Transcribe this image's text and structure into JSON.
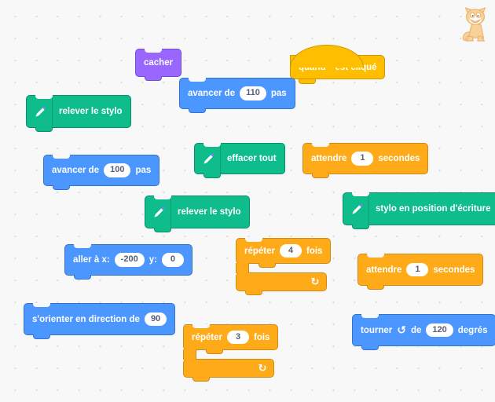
{
  "workspace": {
    "background_color": "#F8F8F8",
    "dot_grid_color": "#DBDBDB"
  },
  "palette": {
    "motion_blue": "#4C97FF",
    "looks_purple": "#9966FF",
    "events_yellow": "#FFBF00",
    "control_orange": "#FFAB19",
    "pen_green": "#0FBD8C",
    "input_text": "#575E75"
  },
  "icons": {
    "loop": "↻",
    "turn_ccw": "↺",
    "green_flag": "green-flag",
    "pen": "pen",
    "logo": "scratch-cat"
  },
  "blocks": [
    {
      "type": "looks",
      "label": "cacher"
    },
    {
      "type": "events",
      "prefix": "quand",
      "suffix": "est cliqué"
    },
    {
      "type": "motion",
      "prefix": "avancer de",
      "value": "110",
      "suffix": "pas"
    },
    {
      "type": "pen",
      "label": "relever le stylo"
    },
    {
      "type": "pen",
      "label": "effacer tout"
    },
    {
      "type": "control",
      "prefix": "attendre",
      "value": "1",
      "suffix": "secondes"
    },
    {
      "type": "motion",
      "prefix": "avancer de",
      "value": "100",
      "suffix": "pas"
    },
    {
      "type": "pen",
      "label": "relever le stylo"
    },
    {
      "type": "pen",
      "label": "stylo en position d'écriture"
    },
    {
      "type": "control",
      "prefix": "répéter",
      "value": "4",
      "suffix": "fois"
    },
    {
      "type": "motion",
      "prefix": "aller à x:",
      "x_value": "-200",
      "mid": "y:",
      "y_value": "0"
    },
    {
      "type": "control",
      "prefix": "attendre",
      "value": "1",
      "suffix": "secondes"
    },
    {
      "type": "motion",
      "prefix": "s'orienter en direction de",
      "value": "90"
    },
    {
      "type": "control",
      "prefix": "répéter",
      "value": "3",
      "suffix": "fois"
    },
    {
      "type": "motion",
      "prefix": "tourner",
      "mid": "de",
      "value": "120",
      "suffix": "degrés"
    }
  ]
}
